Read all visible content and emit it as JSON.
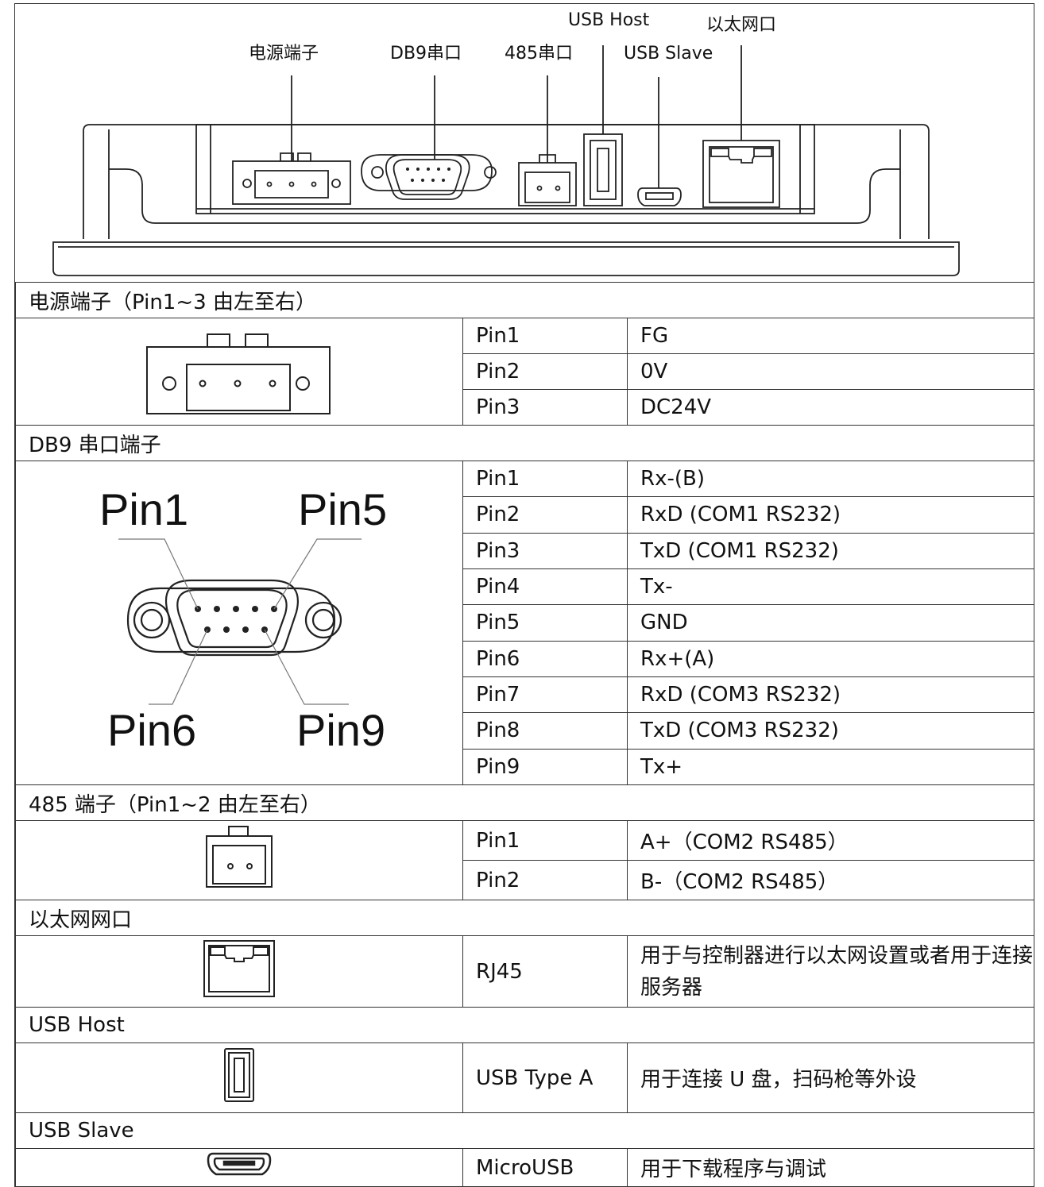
{
  "overview": {
    "labels": {
      "power": "电源端子",
      "db9": "DB9串口",
      "rs485": "485串口",
      "usb_host": "USB Host",
      "usb_slave": "USB Slave",
      "ethernet": "以太网口"
    }
  },
  "sections": {
    "power": {
      "title": "电源端子（Pin1~3 由左至右）",
      "rows": [
        {
          "pin": "Pin1",
          "value": "FG"
        },
        {
          "pin": "Pin2",
          "value": "0V"
        },
        {
          "pin": "Pin3",
          "value": "DC24V"
        }
      ]
    },
    "db9": {
      "title": "DB9 串口端子",
      "figure_labels": {
        "pin1": "Pin1",
        "pin5": "Pin5",
        "pin6": "Pin6",
        "pin9": "Pin9"
      },
      "rows": [
        {
          "pin": "Pin1",
          "value": "Rx-(B)"
        },
        {
          "pin": "Pin2",
          "value": "RxD (COM1 RS232)"
        },
        {
          "pin": "Pin3",
          "value": "TxD (COM1 RS232)"
        },
        {
          "pin": "Pin4",
          "value": "Tx-"
        },
        {
          "pin": "Pin5",
          "value": "GND"
        },
        {
          "pin": "Pin6",
          "value": "Rx+(A)"
        },
        {
          "pin": "Pin7",
          "value": "RxD (COM3 RS232)"
        },
        {
          "pin": "Pin8",
          "value": "TxD (COM3 RS232)"
        },
        {
          "pin": "Pin9",
          "value": "Tx+"
        }
      ]
    },
    "rs485": {
      "title": "485 端子（Pin1~2 由左至右）",
      "rows": [
        {
          "pin": "Pin1",
          "value": "A+（COM2 RS485）"
        },
        {
          "pin": "Pin2",
          "value": "B-（COM2 RS485）"
        }
      ]
    },
    "ethernet": {
      "title": "以太网网口",
      "type": "RJ45",
      "desc": "用于与控制器进行以太网设置或者用于连接服务器"
    },
    "usb_host": {
      "title": "USB Host",
      "type": "USB Type A",
      "desc": "用于连接 U 盘，扫码枪等外设"
    },
    "usb_slave": {
      "title": "USB Slave",
      "type": "MicroUSB",
      "desc": "用于下载程序与调试"
    }
  }
}
